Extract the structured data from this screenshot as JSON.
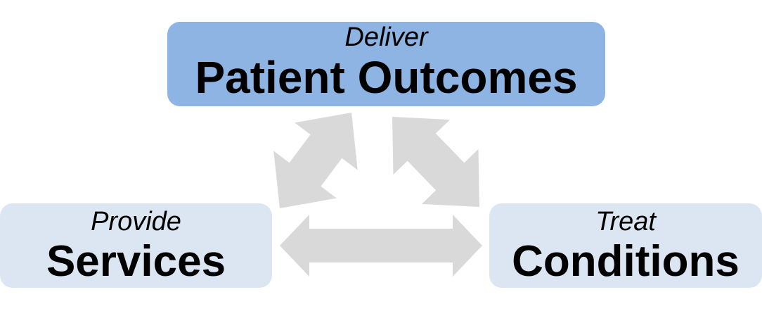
{
  "colors": {
    "primary_box": "#8db4e2",
    "secondary_box": "#dce6f2",
    "arrow": "#d9d9d9",
    "text": "#000000"
  },
  "top_box": {
    "verb": "Deliver",
    "noun": "Patient Outcomes"
  },
  "left_box": {
    "verb": "Provide",
    "noun": "Services"
  },
  "right_box": {
    "verb": "Treat",
    "noun": "Conditions"
  },
  "arrows": [
    {
      "from": "top_box",
      "to": "left_box",
      "direction": "bidirectional"
    },
    {
      "from": "top_box",
      "to": "right_box",
      "direction": "bidirectional"
    },
    {
      "from": "left_box",
      "to": "right_box",
      "direction": "bidirectional"
    }
  ]
}
